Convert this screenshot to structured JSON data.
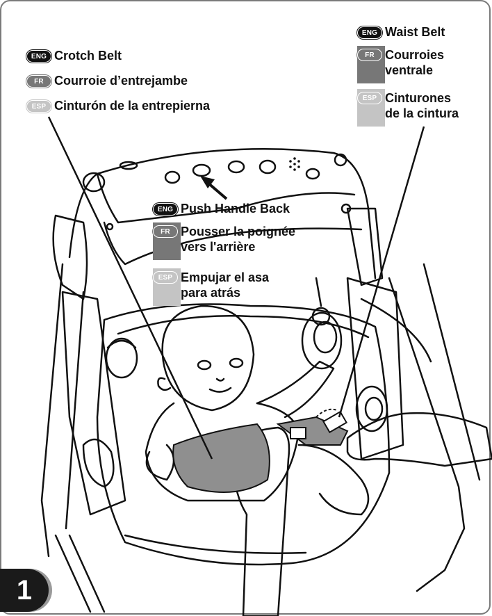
{
  "step_number": "1",
  "labels": {
    "crotch_belt": {
      "eng": "Crotch Belt",
      "fr": "Courroie d’entrejambe",
      "esp": "Cinturón de la entrepierna"
    },
    "waist_belt": {
      "eng": "Waist Belt",
      "fr_line1": "Courroies",
      "fr_line2": "ventrale",
      "esp_line1": "Cinturones",
      "esp_line2": "de la cintura"
    },
    "push_handle": {
      "eng": "Push Handle Back",
      "fr_line1": "Pousser la poignée",
      "fr_line2": "vers l'arrière",
      "esp_line1": "Empujar el asa",
      "esp_line2": "para atrás"
    }
  },
  "badges": {
    "eng": "ENG",
    "fr": "FR",
    "esp": "ESP"
  },
  "colors": {
    "eng_badge": "#111111",
    "fr_badge": "#777777",
    "esp_badge": "#c4c4c4",
    "belt": "#8f8f8f",
    "frame": "#7a7a7a"
  }
}
